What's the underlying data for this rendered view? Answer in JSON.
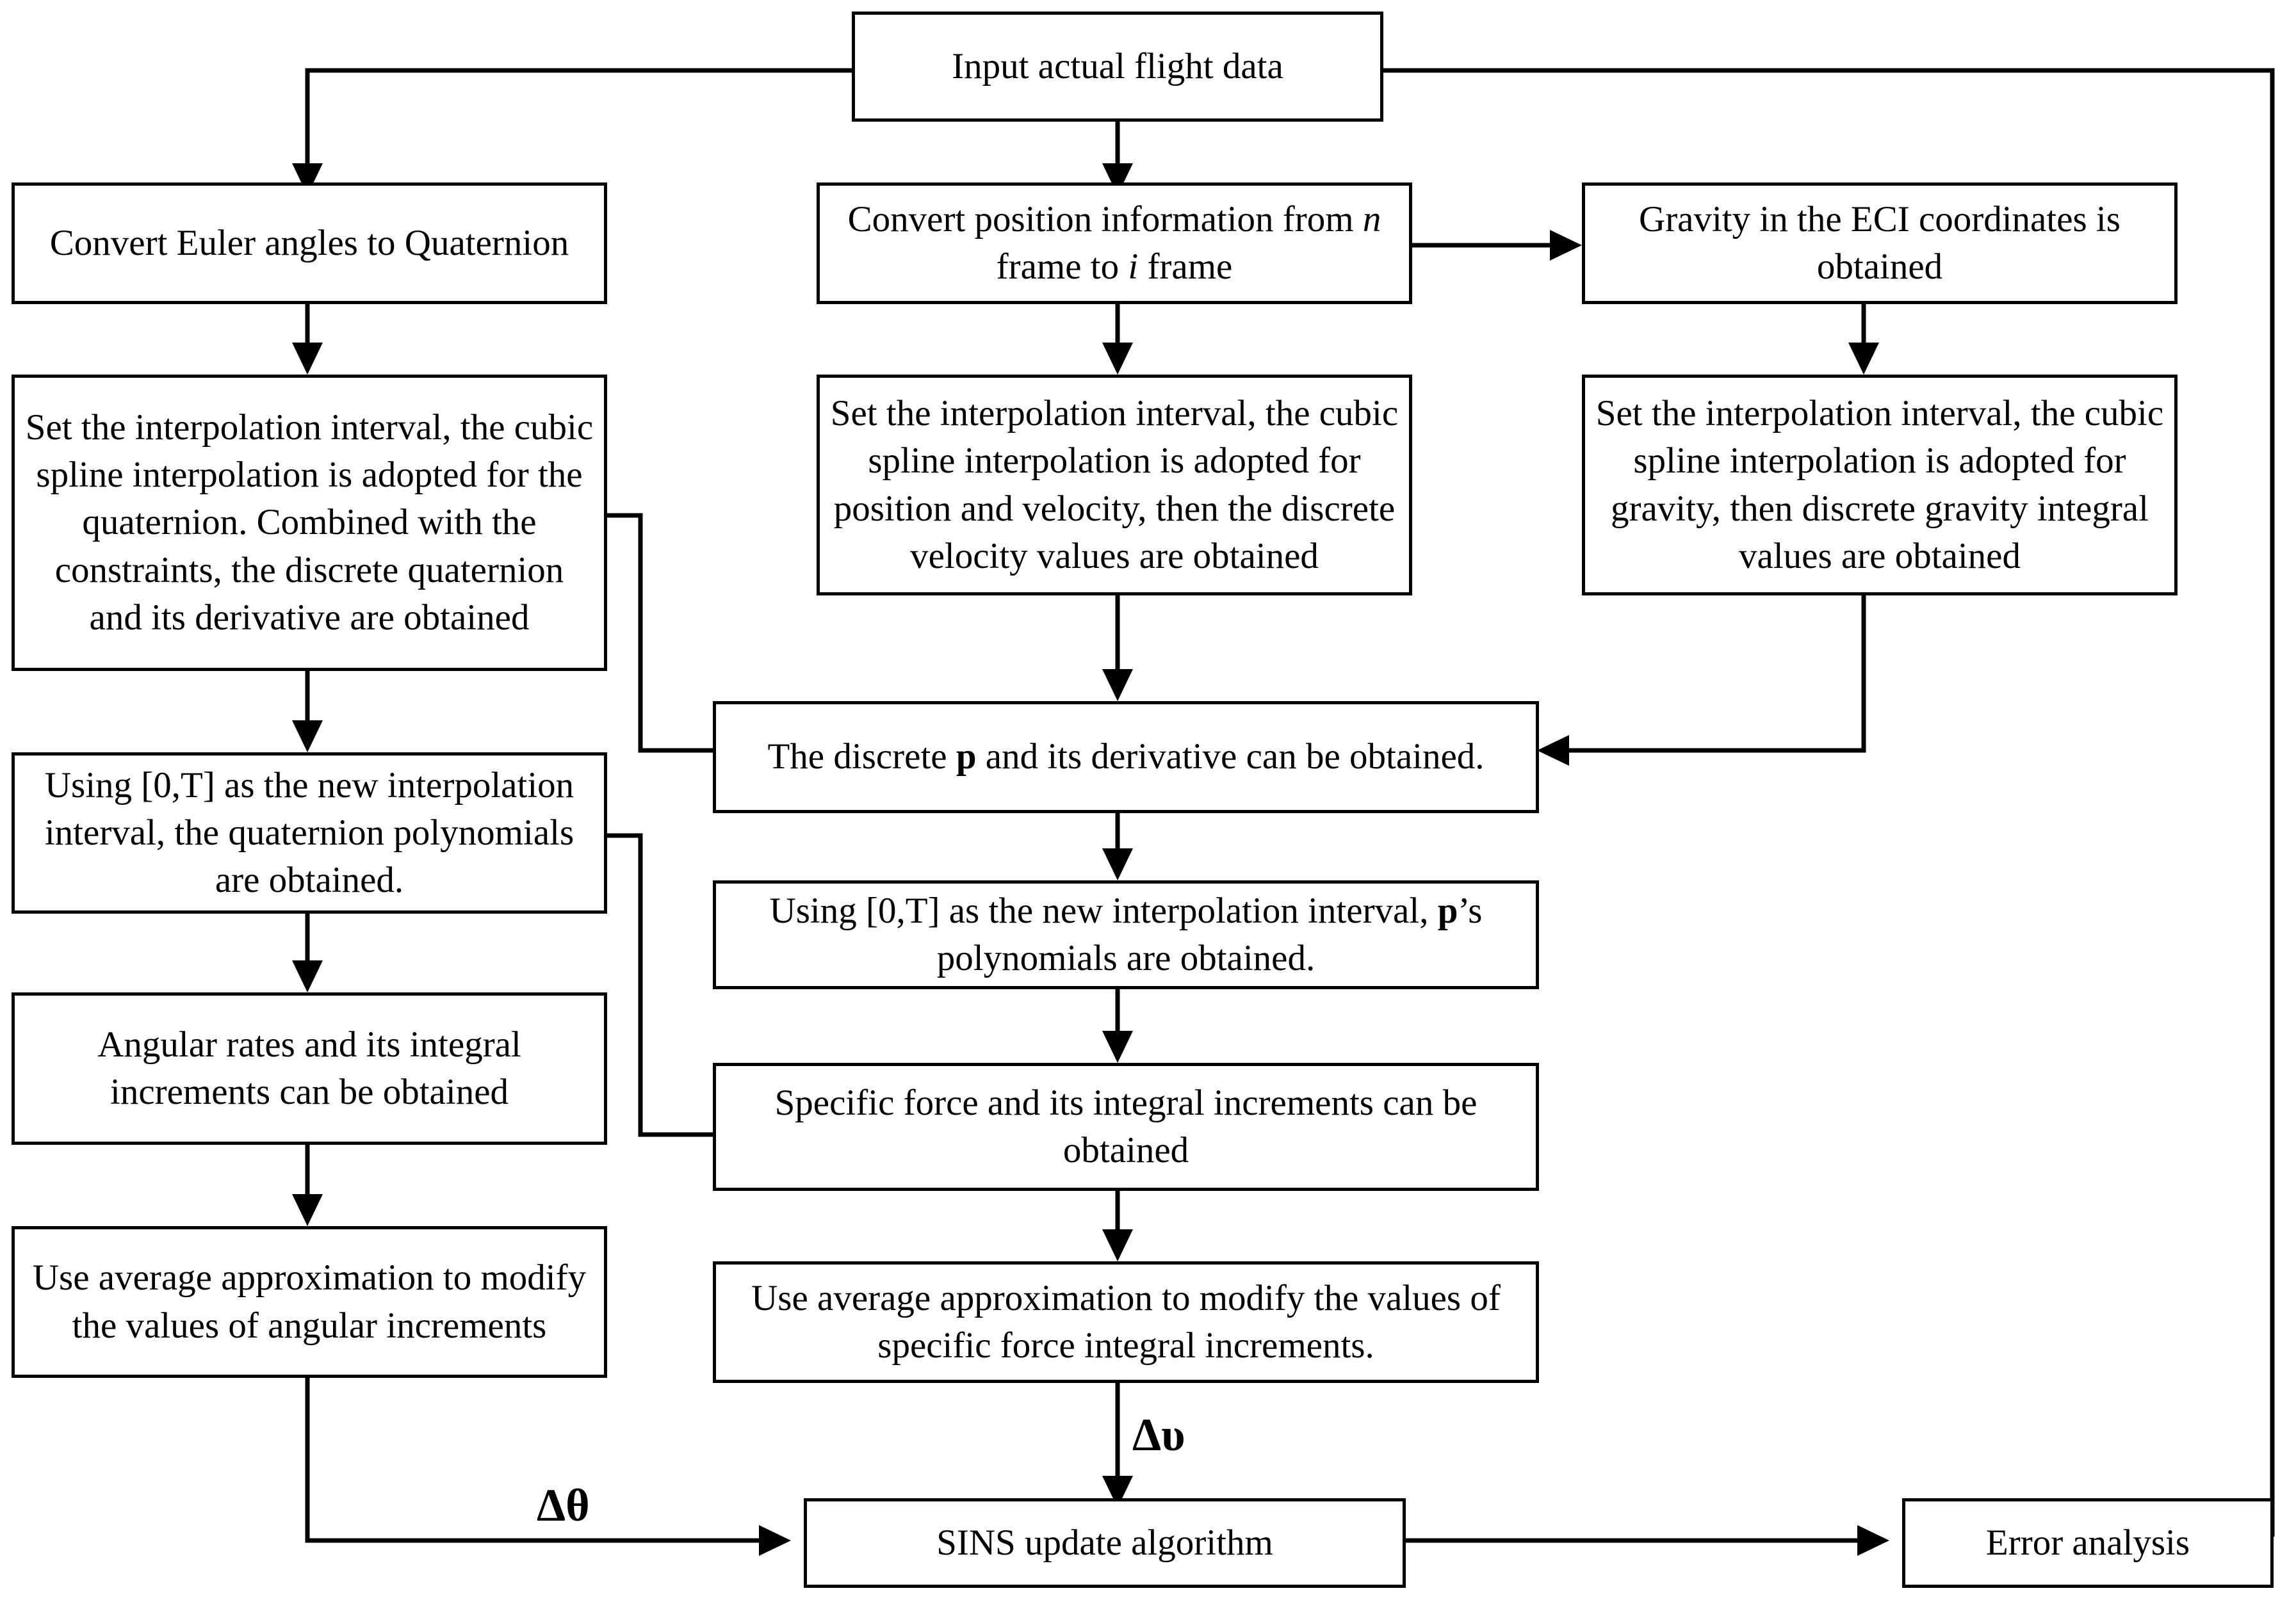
{
  "diagram": {
    "title": "SINS flight data processing flowchart",
    "colors": {
      "stroke": "#000000",
      "fill": "#ffffff",
      "text": "#000000"
    },
    "nodes": {
      "input_flight_data": "Input actual flight data",
      "convert_euler": "Convert Euler angles to Quaternion",
      "convert_position_a": "Convert position information from ",
      "convert_position_n": "n",
      "convert_position_b": " frame to ",
      "convert_position_i": "i",
      "convert_position_c": " frame",
      "gravity_eci": "Gravity in the ECI coordinates is obtained",
      "interp_quaternion": "Set the interpolation interval, the cubic spline interpolation is adopted for the quaternion. Combined with the constraints, the discrete quaternion and its derivative are obtained",
      "interp_posvel": "Set the interpolation interval, the cubic spline interpolation is adopted for position and velocity, then the discrete velocity values are obtained",
      "interp_gravity": "Set the interpolation interval, the cubic spline interpolation is adopted for gravity, then discrete gravity integral values are obtained",
      "quat_polynomials": "Using [0,T] as the new interpolation interval, the quaternion polynomials are obtained.",
      "discrete_p_a": "The discrete ",
      "discrete_p_b": "p",
      "discrete_p_c": " and its derivative can be obtained.",
      "p_polynomials_a": "Using [0,T] as the new interpolation interval, ",
      "p_polynomials_b": "p",
      "p_polynomials_c": "’s polynomials are obtained.",
      "angular_rates": "Angular rates and its integral increments can be obtained",
      "specific_force": "Specific force and its integral increments can be obtained",
      "avg_angular": "Use average approximation to modify the values of angular increments",
      "avg_specific": "Use average approximation to modify the values of specific force integral increments.",
      "sins_update": "SINS update algorithm",
      "error_analysis": "Error analysis"
    },
    "edge_labels": {
      "delta_theta": "Δθ",
      "delta_upsilon": "Δυ"
    }
  }
}
